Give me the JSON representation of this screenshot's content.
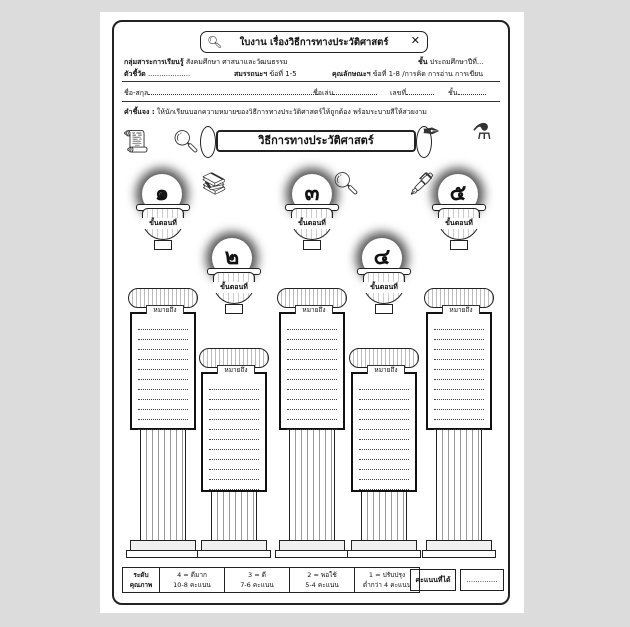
{
  "header": {
    "search_icon": "search-icon",
    "title": "ใบงาน เรื่องวิธีการทางประวัติศาสตร์",
    "close_icon": "close-icon"
  },
  "info": {
    "subject_label": "กลุ่มสาระการเรียนรู้",
    "subject_value": "สังคมศึกษา ศาสนาและวัฒนธรรม",
    "grade_label": "ชั้น",
    "grade_value": "ประถมศึกษาปีที่...",
    "indicator_label": "ตัวชี้วัด",
    "indicator_value": "...................",
    "competency_label": "สมรรถนะฯ",
    "competency_value": "ข้อที่ 1-5",
    "trait_label": "คุณลักษณะฯ",
    "trait_value": "ข้อที่ 1-8 /การคิด การอ่าน การเขียน",
    "name_label": "ชื่อ-สกุล",
    "nickname_label": "ชื่อเล่น",
    "number_label": "เลขที่",
    "class_label": "ชั้น"
  },
  "instruction": {
    "label": "คำชี้แจง :",
    "text": "ให้นักเรียนบอกความหมายของวิธีการทางประวัติศาสตร์ให้ถูกต้อง พร้อมระบายสีให้สวยงาม"
  },
  "banner": "วิธีการทางประวัติศาสตร์",
  "steps": {
    "label": "ขั้นตอนที่",
    "meaning": "หมายถึง",
    "n1": "๑",
    "n2": "๒",
    "n3": "๓",
    "n4": "๔",
    "n5": "๕"
  },
  "rubric": {
    "level_label": "ระดับคุณภาพ",
    "l4": "4 = ดีมาก",
    "s4": "10-8 คะแนน",
    "l3": "3 = ดี",
    "s3": "7-6 คะแนน",
    "l2": "2 = พอใช้",
    "s2": "5-4 คะแนน",
    "l1": "1 = ปรับปรุง",
    "s1": "ต่ำกว่า 4 คะแนน"
  },
  "score": {
    "label": "คะแนนที่ได้",
    "value": ".............."
  }
}
